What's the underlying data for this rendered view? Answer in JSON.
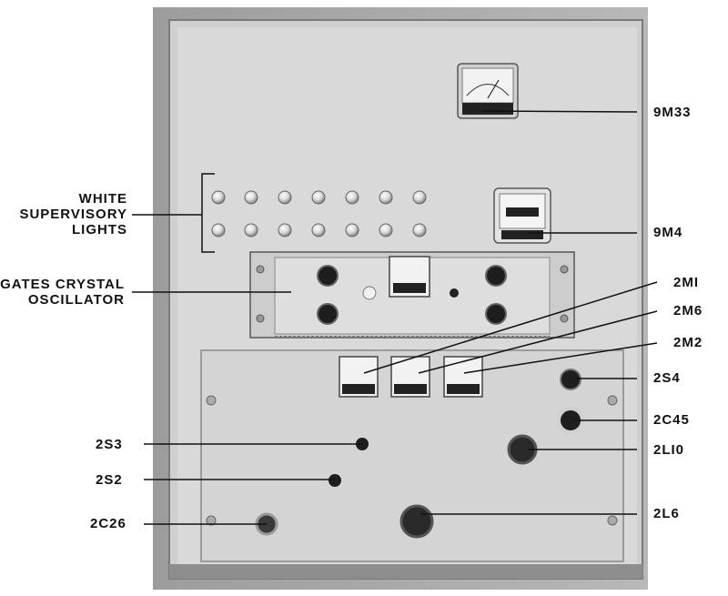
{
  "labels": {
    "left": {
      "white_supervisory_lights": [
        "WHITE",
        "SUPERVISORY",
        "LIGHTS"
      ],
      "gates_crystal_oscillator": [
        "GATES CRYSTAL",
        "OSCILLATOR"
      ],
      "s3": "2S3",
      "s2": "2S2",
      "c26": "2C26"
    },
    "right": {
      "m33": "9M33",
      "m4": "9M4",
      "m1": "2MI",
      "m6": "2M6",
      "m2": "2M2",
      "s4": "2S4",
      "c45": "2C45",
      "l10": "2LI0",
      "l6": "2L6"
    }
  },
  "colors": {
    "cabinet_outer": "#a8a8a8",
    "panel_face": "#d9d9d9",
    "leader_line": "#111111",
    "meter_face": "#f2f2f2",
    "knob": "#1e1e1e"
  }
}
